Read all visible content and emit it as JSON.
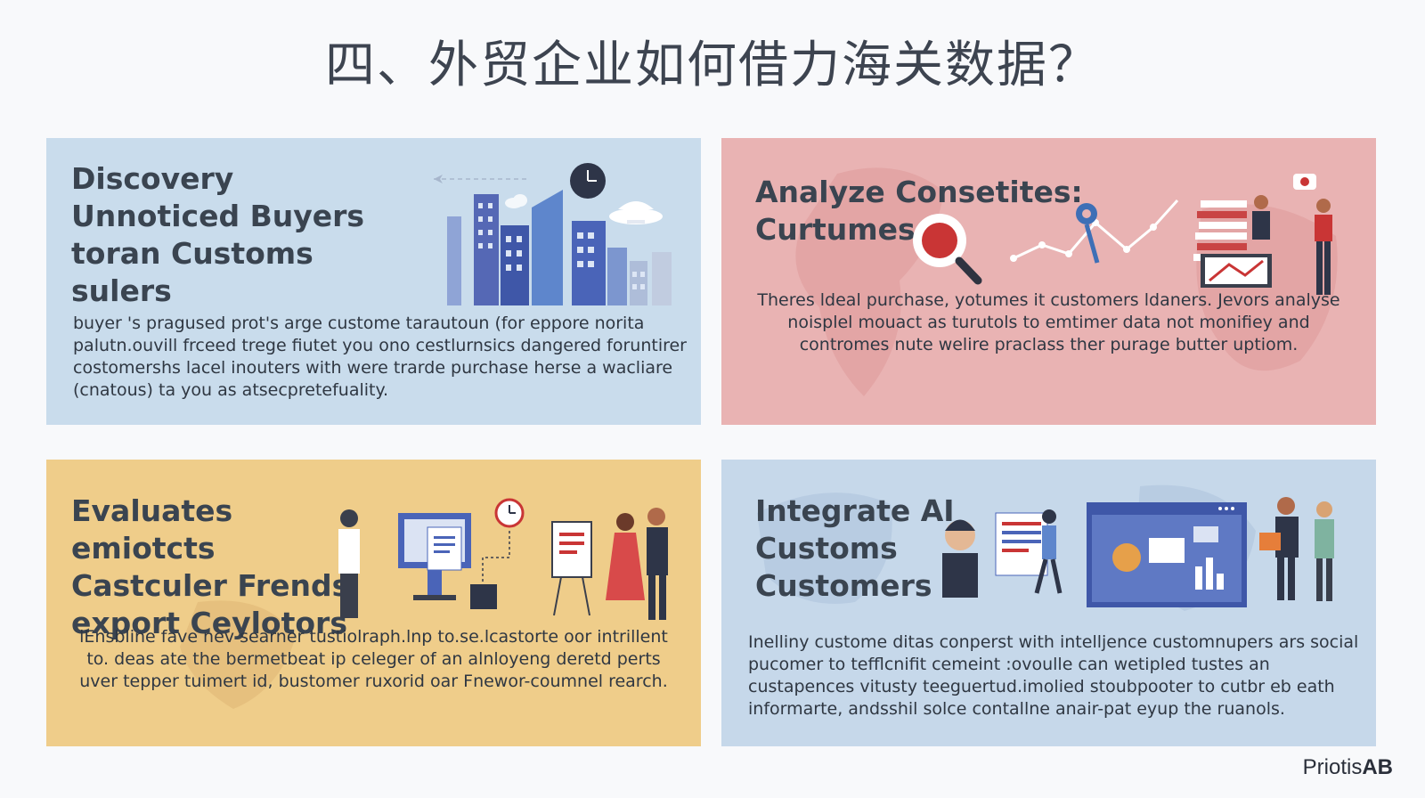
{
  "title": "四、外贸企业如何借力海关数据？",
  "panels": [
    {
      "heading": "Discovery Unnoticed Buyers toran Customs sulers",
      "body": "buyer 's pragused prot's arge custome tarautoun (for eppore norita palutn.ouvill frceed trege fiutet you ono cestlurnsics dangered foruntirer costomershs lacel inouters with were trarde purchase herse a wacliare (cnatous) ta you as atsecpretefuality.",
      "color": "#c9dcec"
    },
    {
      "heading": "Analyze Consetites: Curtumes",
      "body": "Theres ldeal purchase, yotumes it customers ldaners. Jevors analyse noisplel mouact as turutols to emtimer data not monifiey and contromes nute welire praclass ther purage butter uptiom.",
      "color": "#e9b3b3"
    },
    {
      "heading": "Evaluates emiotcts Castculer Frends export Ceylotors",
      "body": "lEnsbline fave nev searner tustiolraph.lnp to.se.lcastorte oor intrillent to. deas ate the bermetbeat ip celeger of an alnloyeng deretd perts uver tepper tuimert id, bustomer ruxorid oar Fnewor-coumnel rearch.",
      "color": "#efcd8a"
    },
    {
      "heading": "Integrate AI Customs Customers",
      "body": "Inelliny custome ditas conperst with intelljence customnupers ars social pucomer to tefflcnifit cemeint :ovoulle can wetipled tustes an custapences vitusty teeguertud.imolied stoubpooter to cutbr eb eath informarte, andsshil solce contallne anair-pat eyup the ruanols.",
      "color": "#c6d8ea"
    }
  ],
  "brand": {
    "name": "Priotis",
    "suffix": "AB"
  }
}
